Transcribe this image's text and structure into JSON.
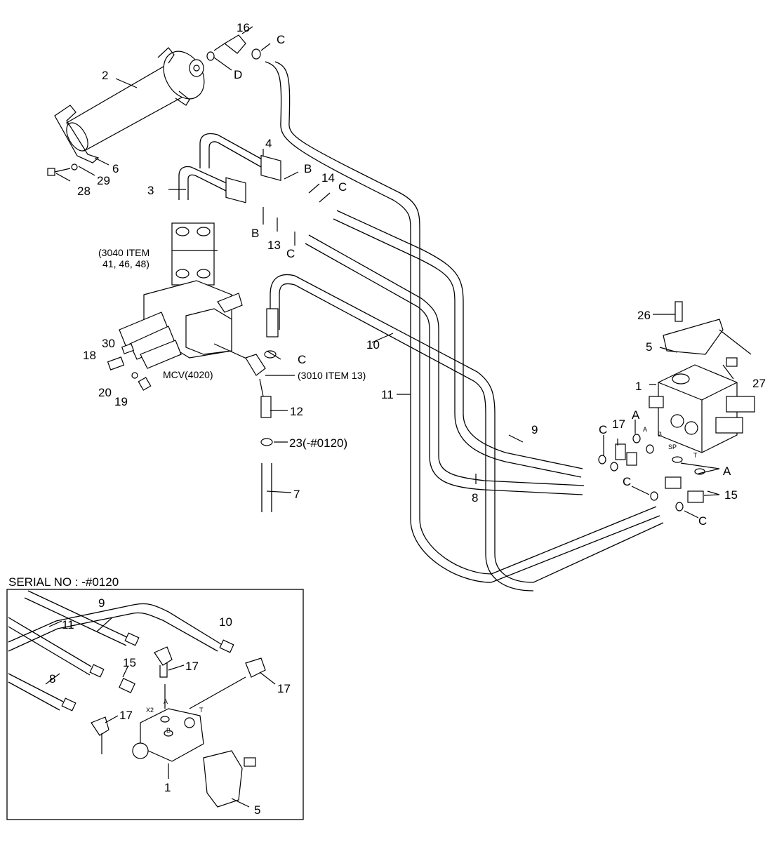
{
  "labels": {
    "p16": "16",
    "pC1": "C",
    "pD": "D",
    "p2": "2",
    "p6": "6",
    "p29": "29",
    "p28": "28",
    "p4": "4",
    "pB1": "B",
    "p14": "14",
    "pC2": "C",
    "p3": "3",
    "pB2": "B",
    "p13": "13",
    "pC3": "C",
    "ref3040_l1": "(3040 ITEM",
    "ref3040_l2": "41, 46, 48)",
    "p30": "30",
    "p18": "18",
    "p20": "20",
    "p19": "19",
    "mcv": "MCV(4020)",
    "pC4": "C",
    "ref3010": "(3010 ITEM 13)",
    "p12": "12",
    "p23": "23(-#0120)",
    "p7": "7",
    "p10": "10",
    "p11": "11",
    "p9": "9",
    "p8": "8",
    "p26": "26",
    "p5": "5",
    "p27": "27",
    "p1": "1",
    "pA1": "A",
    "pA_port": "A",
    "pB_port": "B",
    "pSP": "SP",
    "pT": "T",
    "pA2": "A",
    "pC5": "C",
    "p17": "17",
    "pC6": "C",
    "p15": "15",
    "pC7": "C"
  },
  "inset": {
    "title": "SERIAL NO : -#0120",
    "labels": {
      "i9": "9",
      "i10": "10",
      "i11": "11",
      "i15": "15",
      "i17a": "17",
      "i17b": "17",
      "i8": "8",
      "i17c": "17",
      "iX2": "X2",
      "iA": "A",
      "iT": "T",
      "iB": "B",
      "i1": "1",
      "i5": "5"
    }
  }
}
